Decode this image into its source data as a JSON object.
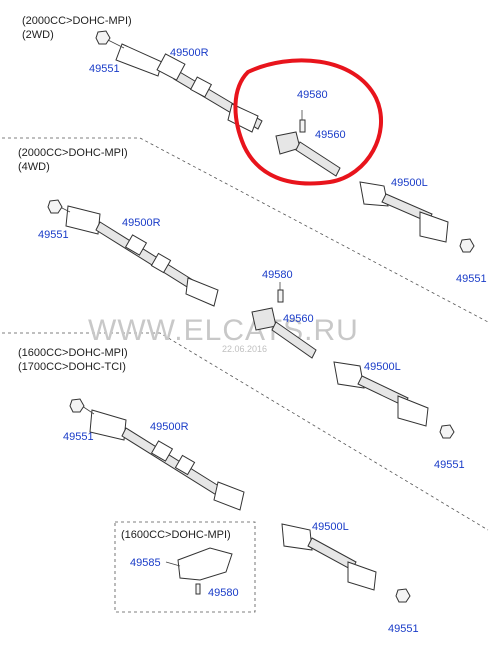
{
  "sections": [
    {
      "line1": "(2000CC>DOHC-MPI)",
      "line2": "(2WD)"
    },
    {
      "line1": "(2000CC>DOHC-MPI)",
      "line2": "(4WD)"
    },
    {
      "line1": "(1600CC>DOHC-MPI)",
      "line2": "(1700CC>DOHC-TCI)"
    }
  ],
  "inset": {
    "title": "(1600CC>DOHC-MPI)"
  },
  "labels": {
    "s1": {
      "nut_left": "49551",
      "shaft_right": "49500R",
      "bolt": "49580",
      "bracket": "49560",
      "shaft_left": "49500L",
      "nut_right": "49551"
    },
    "s2": {
      "nut_left": "49551",
      "shaft_right": "49500R",
      "bolt": "49580",
      "bracket": "49560",
      "shaft_left": "49500L",
      "nut_right": "49551"
    },
    "s3": {
      "nut_left": "49551",
      "shaft_right": "49500R",
      "shaft_left": "49500L",
      "nut_right": "49551"
    },
    "inset": {
      "cover": "49585",
      "bolt": "49580"
    }
  },
  "watermark": {
    "text": "WWW.ELCATS.RU",
    "date": "22.06.2016"
  },
  "highlight_color": "#e8141c",
  "label_color": "#1a3cc8"
}
